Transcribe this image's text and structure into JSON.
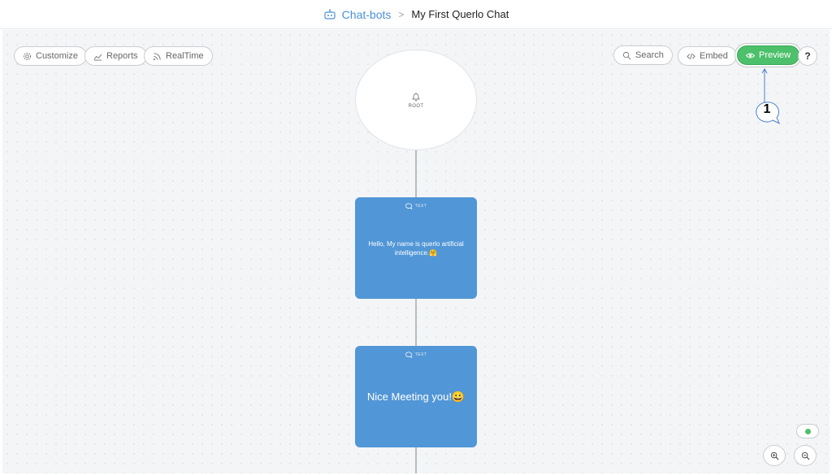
{
  "breadcrumb": {
    "parent": "Chat-bots",
    "separator": ">",
    "current": "My First Querlo Chat"
  },
  "toolbar_left": {
    "customize": "Customize",
    "reports": "Reports",
    "realtime": "RealTime"
  },
  "toolbar_right": {
    "search": "Search",
    "embed": "Embed",
    "preview": "Preview",
    "help": "?"
  },
  "root_node": {
    "label": "ROOT",
    "icon": "bell-icon"
  },
  "nodes": [
    {
      "type_label": "TEXT",
      "text": "Hello, My name is querlo artificial intelligence.🤗"
    },
    {
      "type_label": "TEXT",
      "text": "Nice Meeting you!😀"
    }
  ],
  "annotation": {
    "number": "1"
  },
  "colors": {
    "accent_blue": "#5196d6",
    "preview_green": "#4cc06a",
    "link_blue": "#4a90d9",
    "status_green": "#4cc06a"
  }
}
